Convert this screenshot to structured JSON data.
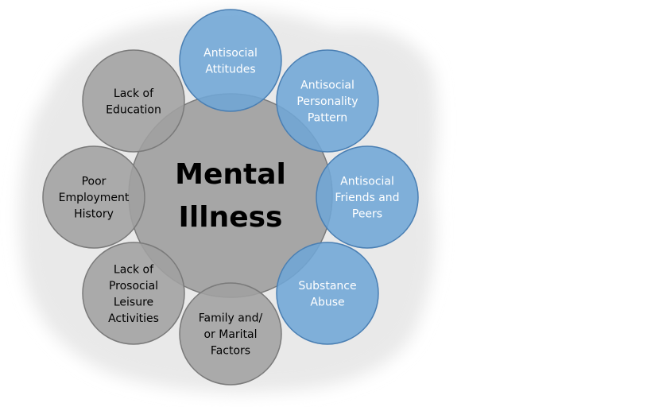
{
  "diagram": {
    "center": {
      "lines": [
        "Mental",
        "Illness"
      ]
    },
    "satellites": [
      {
        "id": "antisocial-attitudes",
        "lines": [
          "Antisocial",
          "Attitudes"
        ],
        "tone": "blue"
      },
      {
        "id": "antisocial-personality-pattern",
        "lines": [
          "Antisocial",
          "Personality",
          "Pattern"
        ],
        "tone": "blue"
      },
      {
        "id": "antisocial-friends-and-peers",
        "lines": [
          "Antisocial",
          "Friends and",
          "Peers"
        ],
        "tone": "blue"
      },
      {
        "id": "substance-abuse",
        "lines": [
          "Substance",
          "Abuse"
        ],
        "tone": "blue"
      },
      {
        "id": "family-and-or-marital-factors",
        "lines": [
          "Family and/",
          "or Marital",
          "Factors"
        ],
        "tone": "gray"
      },
      {
        "id": "lack-of-prosocial-leisure-activities",
        "lines": [
          "Lack of",
          "Prosocial",
          "Leisure",
          "Activities"
        ],
        "tone": "gray"
      },
      {
        "id": "poor-employment-history",
        "lines": [
          "Poor",
          "Employment",
          "History"
        ],
        "tone": "gray"
      },
      {
        "id": "lack-of-education",
        "lines": [
          "Lack of",
          "Education"
        ],
        "tone": "gray"
      }
    ]
  },
  "colors": {
    "background_blob": "#e9e9e9",
    "center_fill": "#a6a6a6",
    "gray_fill": "#a0a0a0",
    "blue_fill": "#6fa6d6",
    "blue_stroke": "#4a7fb3",
    "gray_stroke": "#7a7a7a",
    "blue_text": "#ffffff",
    "gray_text": "#000000"
  }
}
